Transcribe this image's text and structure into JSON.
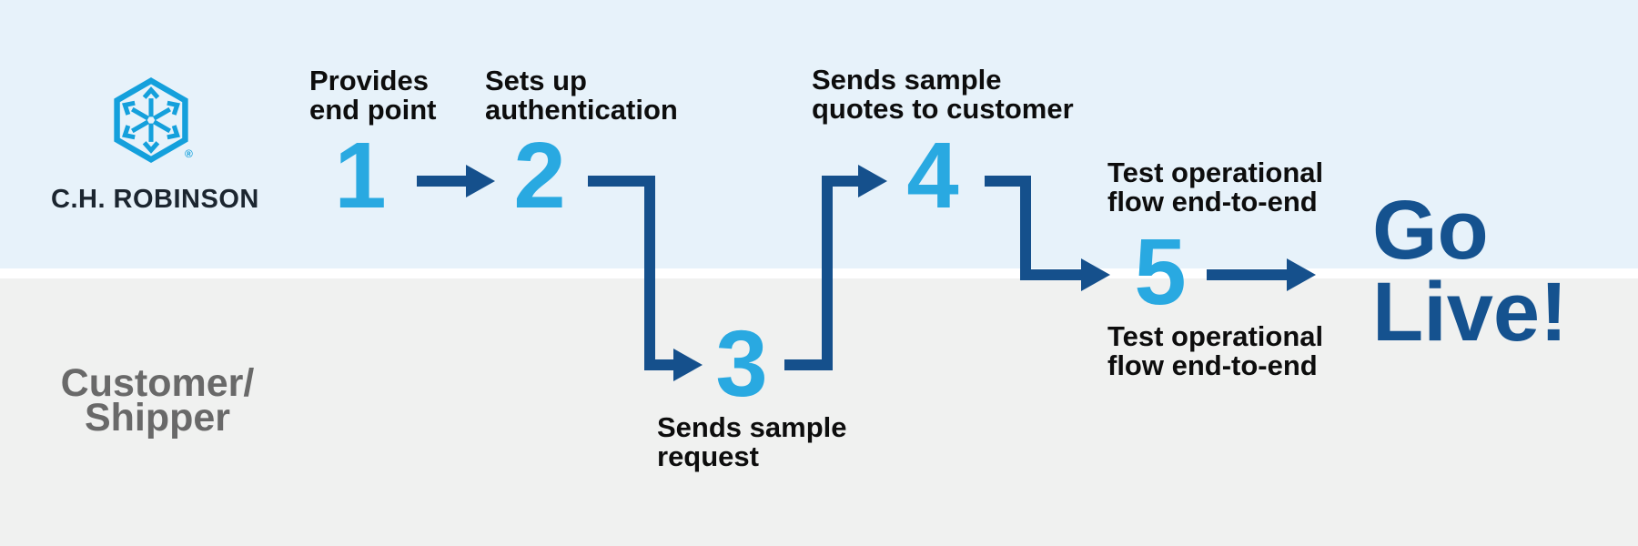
{
  "brand": {
    "wordmark": "C.H. ROBINSON",
    "registered_mark": "®"
  },
  "lanes": {
    "bottom_label_line1": "Customer/",
    "bottom_label_line2": "Shipper"
  },
  "steps": [
    {
      "number": "1",
      "label_lines": [
        "Provides",
        "end point"
      ]
    },
    {
      "number": "2",
      "label_lines": [
        "Sets up",
        "authentication"
      ]
    },
    {
      "number": "3",
      "label_lines": [
        "Sends sample",
        "request"
      ]
    },
    {
      "number": "4",
      "label_lines": [
        "Sends sample",
        "quotes to customer"
      ]
    },
    {
      "number": "5",
      "label_above_lines": [
        "Test operational",
        "flow end-to-end"
      ],
      "label_below_lines": [
        "Test operational",
        "flow end-to-end"
      ]
    }
  ],
  "outcome": {
    "line1": "Go",
    "line2": "Live!"
  },
  "colors": {
    "lane_top_bg": "#E7F2FA",
    "lane_bottom_bg": "#F0F1F0",
    "divider": "#FFFFFF",
    "step_number_blue": "#29A9E1",
    "arrow_navy": "#15508C",
    "go_live_navy": "#15528F",
    "label_text": "#0D0D0D",
    "customer_label_gray": "#696969",
    "logo_blue": "#14A0DC",
    "wordmark_dark": "#1C2630"
  }
}
